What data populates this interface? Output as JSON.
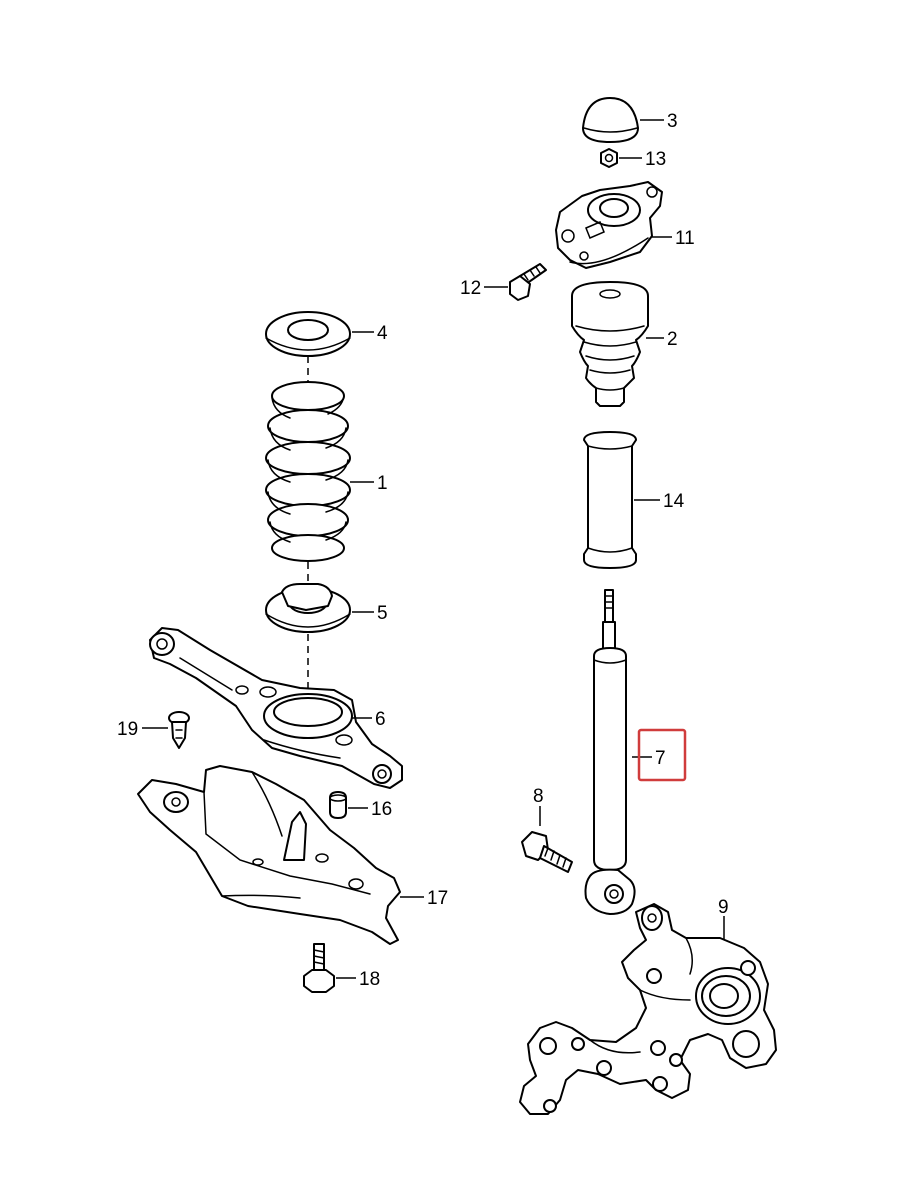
{
  "labels": {
    "p1": "1",
    "p2": "2",
    "p3": "3",
    "p4": "4",
    "p5": "5",
    "p6": "6",
    "p7": "7",
    "p8": "8",
    "p9": "9",
    "p11": "11",
    "p12": "12",
    "p13": "13",
    "p14": "14",
    "p16": "16",
    "p17": "17",
    "p18": "18",
    "p19": "19"
  },
  "highlight": {
    "part": "7",
    "color": "#d03c3c"
  }
}
